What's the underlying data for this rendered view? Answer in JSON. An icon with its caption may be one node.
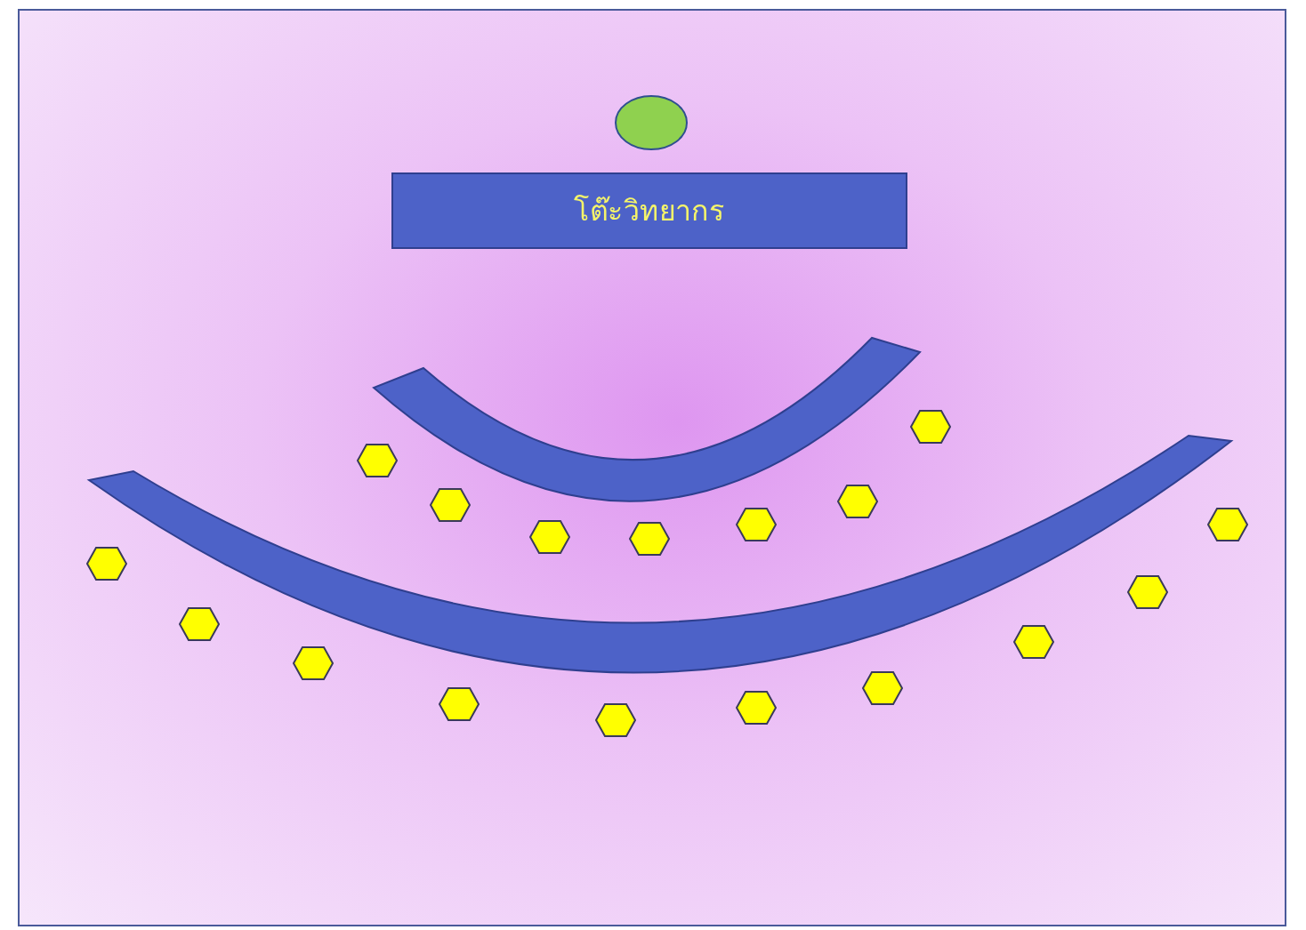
{
  "diagram": {
    "nodes": [
      {
        "text": [],
        "shape": "circle"
      },
      {
        "text": [
          "โต๊ะวิทยากร"
        ]
      },
      {
        "text": [],
        "shape": "arc"
      },
      {
        "text": [],
        "shape": "arc"
      },
      {
        "text": [],
        "shape": "hexagon"
      },
      {
        "text": [],
        "shape": "hexagon"
      },
      {
        "text": [],
        "shape": "hexagon"
      },
      {
        "text": [],
        "shape": "hexagon"
      },
      {
        "text": [],
        "shape": "hexagon"
      },
      {
        "text": [],
        "shape": "hexagon"
      },
      {
        "text": [],
        "shape": "hexagon"
      },
      {
        "text": [],
        "shape": "hexagon"
      },
      {
        "text": [],
        "shape": "hexagon"
      },
      {
        "text": [],
        "shape": "hexagon"
      },
      {
        "text": [],
        "shape": "hexagon"
      },
      {
        "text": [],
        "shape": "hexagon"
      },
      {
        "text": [],
        "shape": "hexagon"
      },
      {
        "text": [],
        "shape": "hexagon"
      },
      {
        "text": [],
        "shape": "hexagon"
      },
      {
        "text": [],
        "shape": "hexagon"
      },
      {
        "text": [],
        "shape": "hexagon"
      }
    ]
  }
}
